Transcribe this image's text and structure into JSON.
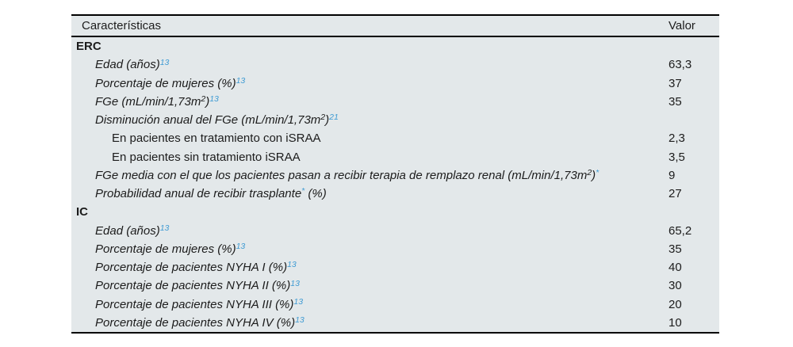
{
  "colors": {
    "page_background": "#ffffff",
    "table_background": "#e3e8ea",
    "rule": "#000000",
    "text": "#1c1c1c",
    "citation_blue": "#3f9bd3"
  },
  "table": {
    "columns": [
      "Características",
      "Valor"
    ],
    "rows": [
      {
        "variant": "section",
        "label": [
          {
            "t": "ERC"
          }
        ],
        "value": ""
      },
      {
        "variant": "item",
        "label": [
          {
            "t": "Edad (años)"
          },
          {
            "t": "13",
            "sup": true,
            "blue": true
          }
        ],
        "value": "63,3"
      },
      {
        "variant": "item",
        "label": [
          {
            "t": "Porcentaje de mujeres (%)"
          },
          {
            "t": "13",
            "sup": true,
            "blue": true
          }
        ],
        "value": "37"
      },
      {
        "variant": "item",
        "label": [
          {
            "t": "FGe (mL/min/1,73m"
          },
          {
            "t": "2",
            "sup": true
          },
          {
            "t": ")"
          },
          {
            "t": "13",
            "sup": true,
            "blue": true
          }
        ],
        "value": "35"
      },
      {
        "variant": "item",
        "label": [
          {
            "t": "Disminución anual del FGe (mL/min/1,73m"
          },
          {
            "t": "2",
            "sup": true
          },
          {
            "t": ")"
          },
          {
            "t": "21",
            "sup": true,
            "blue": true
          }
        ],
        "value": ""
      },
      {
        "variant": "subitem",
        "label": [
          {
            "t": "En pacientes en tratamiento con iSRAA"
          }
        ],
        "value": "2,3"
      },
      {
        "variant": "subitem",
        "label": [
          {
            "t": "En pacientes sin tratamiento iSRAA"
          }
        ],
        "value": "3,5"
      },
      {
        "variant": "item",
        "label": [
          {
            "t": "FGe media con el que los pacientes pasan a recibir terapia de remplazo renal (mL/min/1,73m"
          },
          {
            "t": "2",
            "sup": true
          },
          {
            "t": ")"
          },
          {
            "t": "*",
            "sup": true,
            "blue": true
          }
        ],
        "value": "9"
      },
      {
        "variant": "item",
        "label": [
          {
            "t": "Probabilidad anual de recibir trasplante"
          },
          {
            "t": "*",
            "sup": true,
            "blue": true
          },
          {
            "t": " (%)"
          }
        ],
        "value": "27"
      },
      {
        "variant": "section",
        "label": [
          {
            "t": "IC"
          }
        ],
        "value": ""
      },
      {
        "variant": "item",
        "label": [
          {
            "t": "Edad (años)"
          },
          {
            "t": "13",
            "sup": true,
            "blue": true
          }
        ],
        "value": "65,2"
      },
      {
        "variant": "item",
        "label": [
          {
            "t": "Porcentaje de mujeres (%)"
          },
          {
            "t": "13",
            "sup": true,
            "blue": true
          }
        ],
        "value": "35"
      },
      {
        "variant": "item",
        "label": [
          {
            "t": "Porcentaje de pacientes NYHA I (%)"
          },
          {
            "t": "13",
            "sup": true,
            "blue": true
          }
        ],
        "value": "40"
      },
      {
        "variant": "item",
        "label": [
          {
            "t": "Porcentaje de pacientes NYHA II (%)"
          },
          {
            "t": "13",
            "sup": true,
            "blue": true
          }
        ],
        "value": "30"
      },
      {
        "variant": "item",
        "label": [
          {
            "t": "Porcentaje de pacientes NYHA III (%)"
          },
          {
            "t": "13",
            "sup": true,
            "blue": true
          }
        ],
        "value": "20"
      },
      {
        "variant": "item",
        "label": [
          {
            "t": "Porcentaje de pacientes NYHA IV (%)"
          },
          {
            "t": "13",
            "sup": true,
            "blue": true
          }
        ],
        "value": "10"
      }
    ]
  }
}
